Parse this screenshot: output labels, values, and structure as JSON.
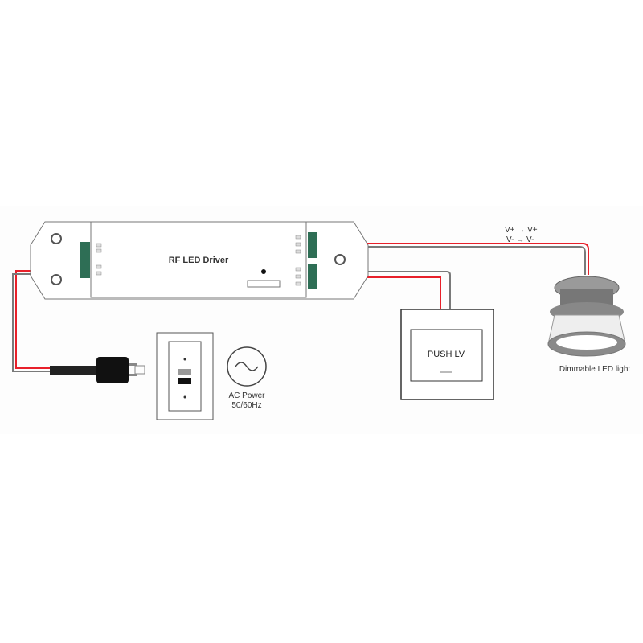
{
  "driver": {
    "title": "RF LED Driver"
  },
  "switch": {
    "label": "PUSH LV"
  },
  "power": {
    "line1": "AC Power",
    "line2": "50/60Hz"
  },
  "mapping": {
    "row1": "V+  → V+",
    "row2": "V-  → V-"
  },
  "light": {
    "label": "Dimmable LED light"
  },
  "colors": {
    "wire_red": "#e8202a",
    "wire_gray": "#7a7a7a",
    "terminal": "#2e6e55"
  }
}
